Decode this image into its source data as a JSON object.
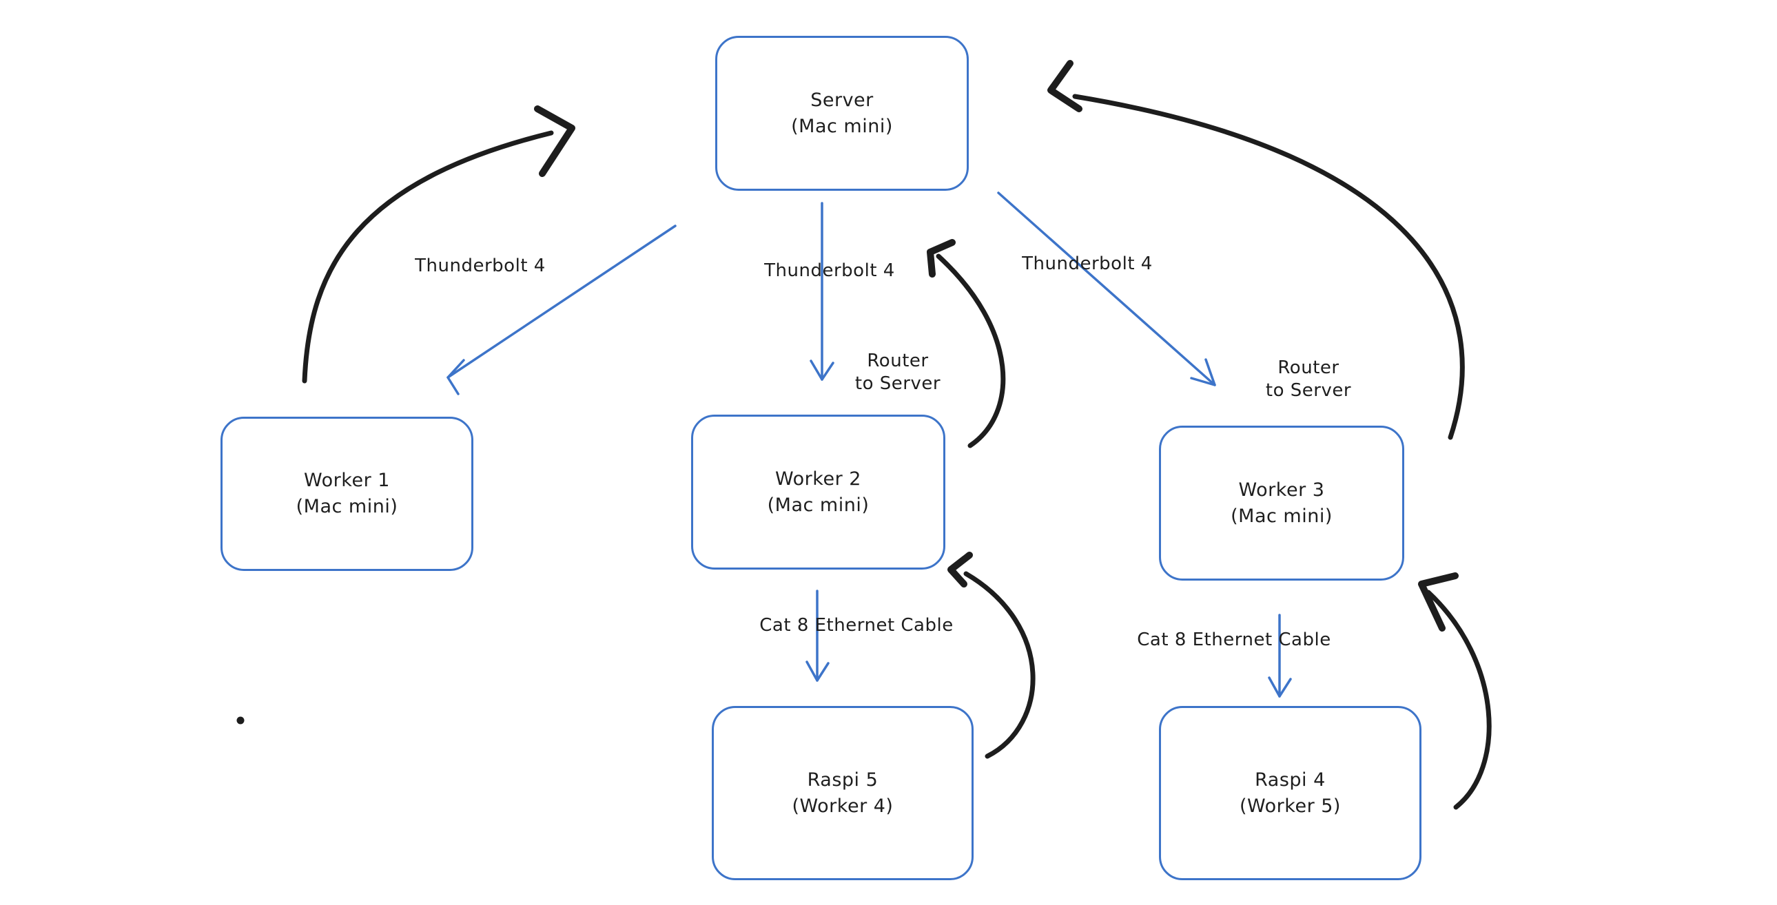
{
  "diagram": {
    "colors": {
      "background": "#ffffff",
      "node_stroke": "#3d74c9",
      "arrow_blue": "#3d74c9",
      "arrow_black": "#1d1d1d",
      "text": "#1e1e1e"
    },
    "nodes": {
      "server": {
        "line1": "Server",
        "line2": "(Mac mini)"
      },
      "worker1": {
        "line1": "Worker 1",
        "line2": "(Mac mini)"
      },
      "worker2": {
        "line1": "Worker 2",
        "line2": "(Mac mini)"
      },
      "worker3": {
        "line1": "Worker 3",
        "line2": "(Mac mini)"
      },
      "raspi5": {
        "line1": "Raspi 5",
        "line2": "(Worker 4)"
      },
      "raspi4": {
        "line1": "Raspi 4",
        "line2": "(Worker 5)"
      }
    },
    "labels": {
      "thunderbolt_left": {
        "text": "Thunderbolt 4"
      },
      "thunderbolt_mid": {
        "text": "Thunderbolt 4"
      },
      "thunderbolt_right": {
        "text": "Thunderbolt 4"
      },
      "router_mid": {
        "line1": "Router",
        "line2": "to Server"
      },
      "router_right": {
        "line1": "Router",
        "line2": "to Server"
      },
      "cat8_left": {
        "text": "Cat 8 Ethernet Cable"
      },
      "cat8_right": {
        "text": "Cat 8 Ethernet Cable"
      }
    },
    "edges": [
      {
        "from": "Server",
        "to": "Worker 1",
        "style": "blue-straight",
        "label": "Thunderbolt 4"
      },
      {
        "from": "Server",
        "to": "Worker 2",
        "style": "blue-straight",
        "label": "Thunderbolt 4"
      },
      {
        "from": "Server",
        "to": "Worker 3",
        "style": "blue-straight",
        "label": "Thunderbolt 4"
      },
      {
        "from": "Worker 2",
        "to": "Raspi 5",
        "style": "blue-straight",
        "label": "Cat 8 Ethernet Cable"
      },
      {
        "from": "Worker 3",
        "to": "Raspi 4",
        "style": "blue-straight",
        "label": "Cat 8 Ethernet Cable"
      },
      {
        "from": "Worker 1",
        "to": "Server",
        "style": "black-curved",
        "label": ""
      },
      {
        "from": "Worker 2",
        "to": "Server",
        "style": "black-curved",
        "label": "Router to Server"
      },
      {
        "from": "Worker 3",
        "to": "Server",
        "style": "black-curved",
        "label": "Router to Server"
      },
      {
        "from": "Raspi 5",
        "to": "Worker 2",
        "style": "black-curved",
        "label": ""
      },
      {
        "from": "Raspi 4",
        "to": "Worker 3",
        "style": "black-curved",
        "label": ""
      }
    ]
  }
}
